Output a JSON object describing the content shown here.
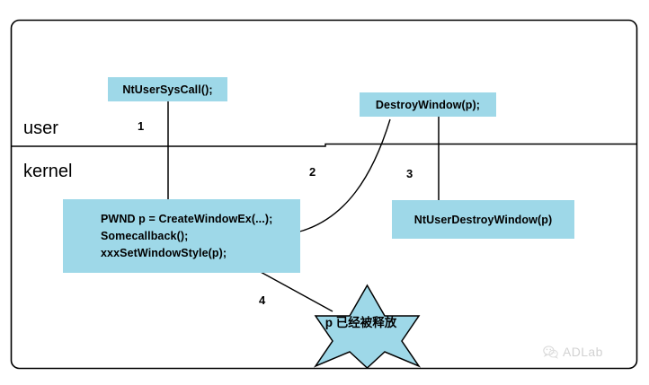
{
  "diagram": {
    "title_text": "",
    "colors": {
      "node_fill": "#9ed8e8",
      "stroke": "#000000",
      "background": "#ffffff",
      "watermark": "#d2d2d2"
    },
    "zones": [
      {
        "id": "user",
        "label": "user"
      },
      {
        "id": "kernel",
        "label": "kernel"
      }
    ],
    "nodes": {
      "ntusersyscall": {
        "label": "NtUserSysCall();"
      },
      "destroywindow": {
        "label": "DestroyWindow(p);"
      },
      "ntuserdestroywindow": {
        "label": "NtUserDestroyWindow(p)"
      },
      "code_block": {
        "lines": [
          "PWND p = CreateWindowEx(...);",
          "Somecallback();",
          "xxxSetWindowStyle(p);"
        ]
      },
      "star": {
        "label": "p 已经被释放"
      }
    },
    "steps": [
      {
        "number": "1"
      },
      {
        "number": "2"
      },
      {
        "number": "3"
      },
      {
        "number": "4"
      }
    ],
    "watermark": {
      "icon": "wechat-icon",
      "text": "ADLab"
    }
  }
}
